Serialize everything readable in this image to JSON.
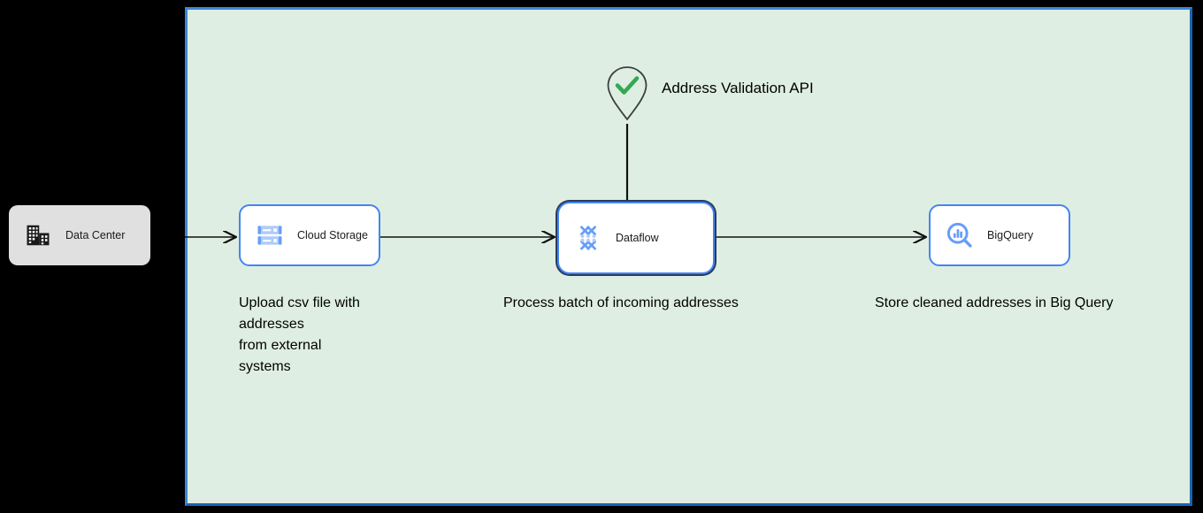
{
  "diagram": {
    "background_color": "#000000",
    "container": {
      "name": "google-cloud-region",
      "fill_color": "#dfeee2",
      "border_color": "#3e87d6"
    },
    "onprem": {
      "label": "Data Center",
      "icon": "data-center-icon",
      "fill_color": "#e0e0e0"
    },
    "services": [
      {
        "id": "cloud-storage",
        "label": "Cloud Storage",
        "icon": "cloud-storage-icon",
        "accent_color": "#4285f4",
        "selected": false,
        "caption": "Upload csv file with addresses\nfrom external systems"
      },
      {
        "id": "dataflow",
        "label": "Dataflow",
        "icon": "dataflow-icon",
        "accent_color": "#4285f4",
        "selected": true,
        "caption": "Process batch of incoming addresses"
      },
      {
        "id": "bigquery",
        "label": "BigQuery",
        "icon": "bigquery-icon",
        "accent_color": "#4285f4",
        "selected": false,
        "caption": "Store cleaned addresses in Big Query"
      }
    ],
    "external_api": {
      "label": "Address Validation API",
      "icon": "map-marker-check-icon",
      "check_color": "#34a853"
    },
    "captions": {
      "storage_line1": "Upload csv file with",
      "storage_line2": "addresses",
      "storage_line3": "from external",
      "storage_line4": "systems",
      "dataflow": "Process batch of incoming addresses",
      "bigquery": "Store cleaned addresses in Big Query"
    },
    "edges": [
      {
        "name": "edge-datacenter-to-storage",
        "from": "Data Center",
        "to": "Cloud Storage"
      },
      {
        "name": "edge-storage-to-dataflow",
        "from": "Cloud Storage",
        "to": "Dataflow"
      },
      {
        "name": "edge-dataflow-to-bigquery",
        "from": "Dataflow",
        "to": "BigQuery"
      },
      {
        "name": "edge-api-to-dataflow",
        "from": "Address Validation API",
        "to": "Dataflow"
      }
    ]
  }
}
